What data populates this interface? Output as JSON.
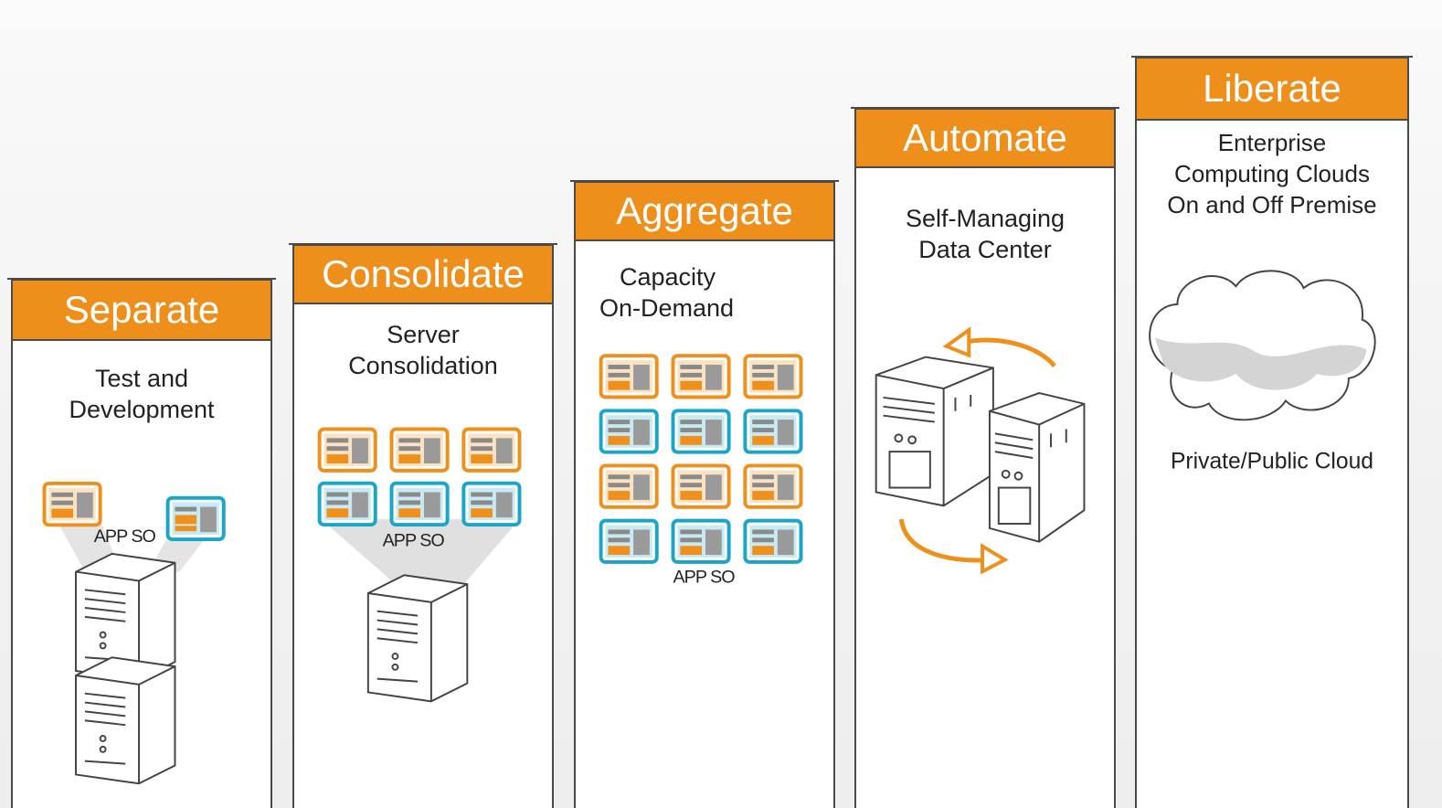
{
  "colors": {
    "accent": "#ee8f1c",
    "app_orange": "#f0901c",
    "app_blue": "#1aa6c8",
    "line": "#4a4a4a"
  },
  "stages": [
    {
      "title": "Separate",
      "description_lines": [
        "Test and",
        "Development"
      ],
      "app_label": "APP SO"
    },
    {
      "title": "Consolidate",
      "description_lines": [
        "Server",
        "Consolidation"
      ],
      "app_label": "APP SO"
    },
    {
      "title": "Aggregate",
      "description_lines": [
        "Capacity",
        "On-Demand"
      ],
      "app_label": "APP SO"
    },
    {
      "title": "Automate",
      "description_lines": [
        "Self-Managing",
        "Data Center"
      ]
    },
    {
      "title": "Liberate",
      "description_lines": [
        "Enterprise",
        "Computing Clouds",
        "On and Off Premise"
      ],
      "caption": "Private/Public Cloud"
    }
  ],
  "icons": [
    "app-window-icon",
    "server-icon",
    "cycle-arrow-icon",
    "cloud-icon"
  ]
}
